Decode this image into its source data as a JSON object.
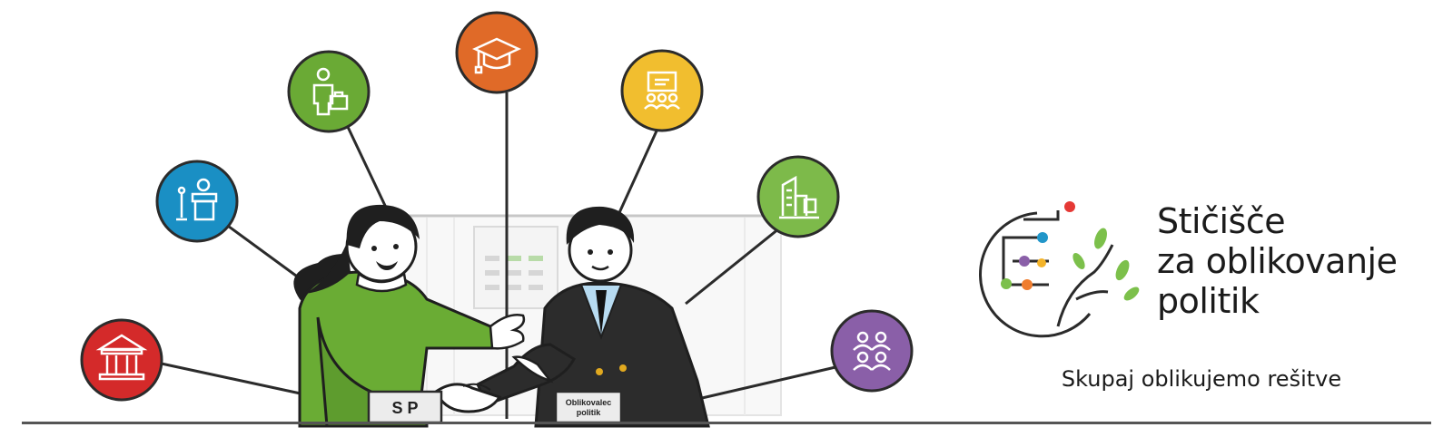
{
  "brand": {
    "title_lines": [
      "Stičišče",
      "za oblikovanje",
      "politik"
    ],
    "tagline": "Skupaj oblikujemo rešitve"
  },
  "plaques": {
    "left": "S P",
    "right_line1": "Oblikovalec",
    "right_line2": "politik"
  },
  "icon_circles": [
    {
      "name": "government-building-icon",
      "color": "#d42a2a"
    },
    {
      "name": "public-speaker-icon",
      "color": "#1a8fc4"
    },
    {
      "name": "businessperson-icon",
      "color": "#6aaa35"
    },
    {
      "name": "graduation-cap-icon",
      "color": "#e06a28"
    },
    {
      "name": "presentation-audience-icon",
      "color": "#f1be2f"
    },
    {
      "name": "industry-buildings-icon",
      "color": "#7dba4a"
    },
    {
      "name": "community-group-icon",
      "color": "#8a5fa8"
    }
  ],
  "colors": {
    "woman_sweater": "#6aac34",
    "man_suit": "#2c2c2c",
    "logo_red": "#e53935",
    "logo_blue": "#2196c9",
    "logo_yellow": "#f4b42a",
    "logo_purple": "#8a5fa8",
    "logo_green": "#7cc04b",
    "logo_orange": "#ef7d2f"
  }
}
